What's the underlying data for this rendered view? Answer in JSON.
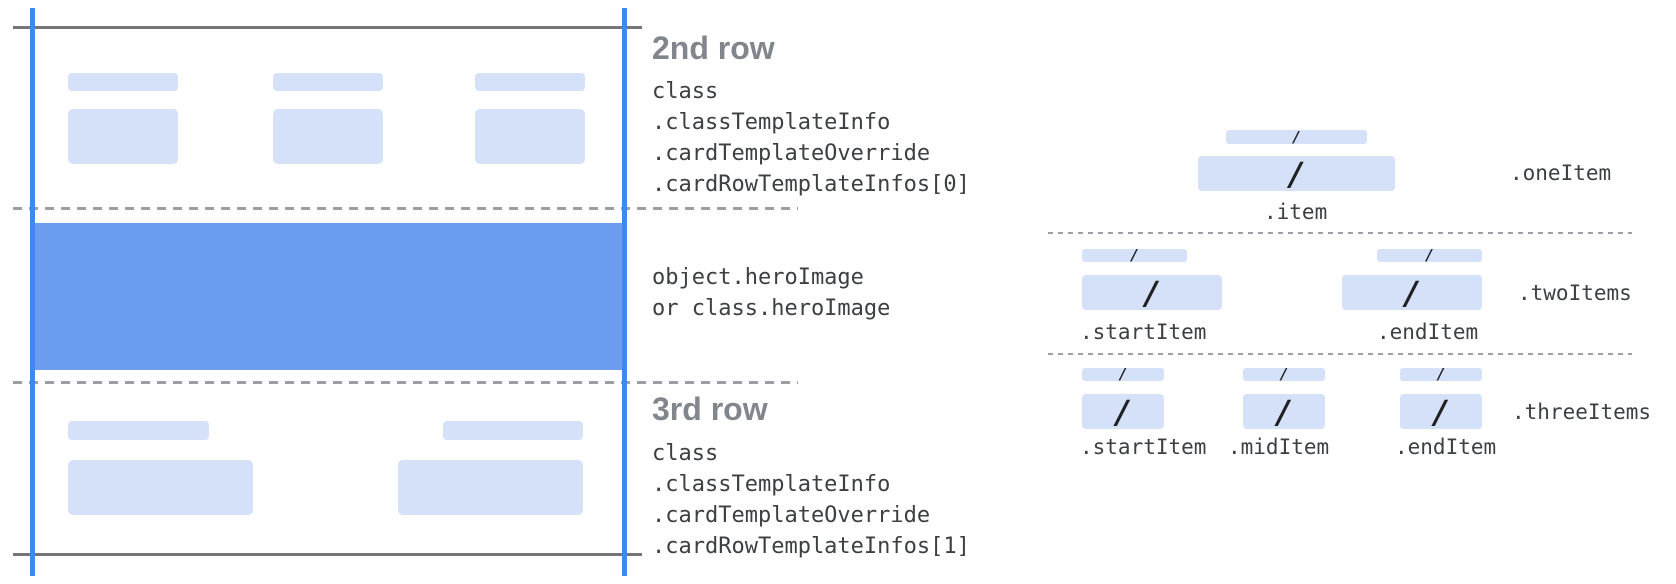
{
  "colors": {
    "rail_blue": "#4285f4",
    "hero_blue": "#6c9cee",
    "placeholder_blue": "#d5e1f8",
    "line_gray": "#757575",
    "dash_gray": "#9aa0a6",
    "heading_gray": "#80868b",
    "code_dark": "#3c4043",
    "slash_dark": "#202124"
  },
  "card": {
    "row2": {
      "heading": "2nd row",
      "code_lines": [
        "class",
        ".classTemplateInfo",
        ".cardTemplateOverride",
        ".cardRowTemplateInfos[0]"
      ]
    },
    "hero": {
      "code_lines": [
        "object.heroImage",
        "or class.heroImage"
      ]
    },
    "row3": {
      "heading": "3rd row",
      "code_lines": [
        "class",
        ".classTemplateInfo",
        ".cardTemplateOverride",
        ".cardRowTemplateInfos[1]"
      ]
    }
  },
  "diagram": {
    "slash": "/",
    "one_item": {
      "row_label": ".oneItem",
      "item_labels": [
        ".item"
      ]
    },
    "two_items": {
      "row_label": ".twoItems",
      "item_labels": [
        ".startItem",
        ".endItem"
      ]
    },
    "three_items": {
      "row_label": ".threeItems",
      "item_labels": [
        ".startItem",
        ".midItem",
        ".endItem"
      ]
    }
  }
}
